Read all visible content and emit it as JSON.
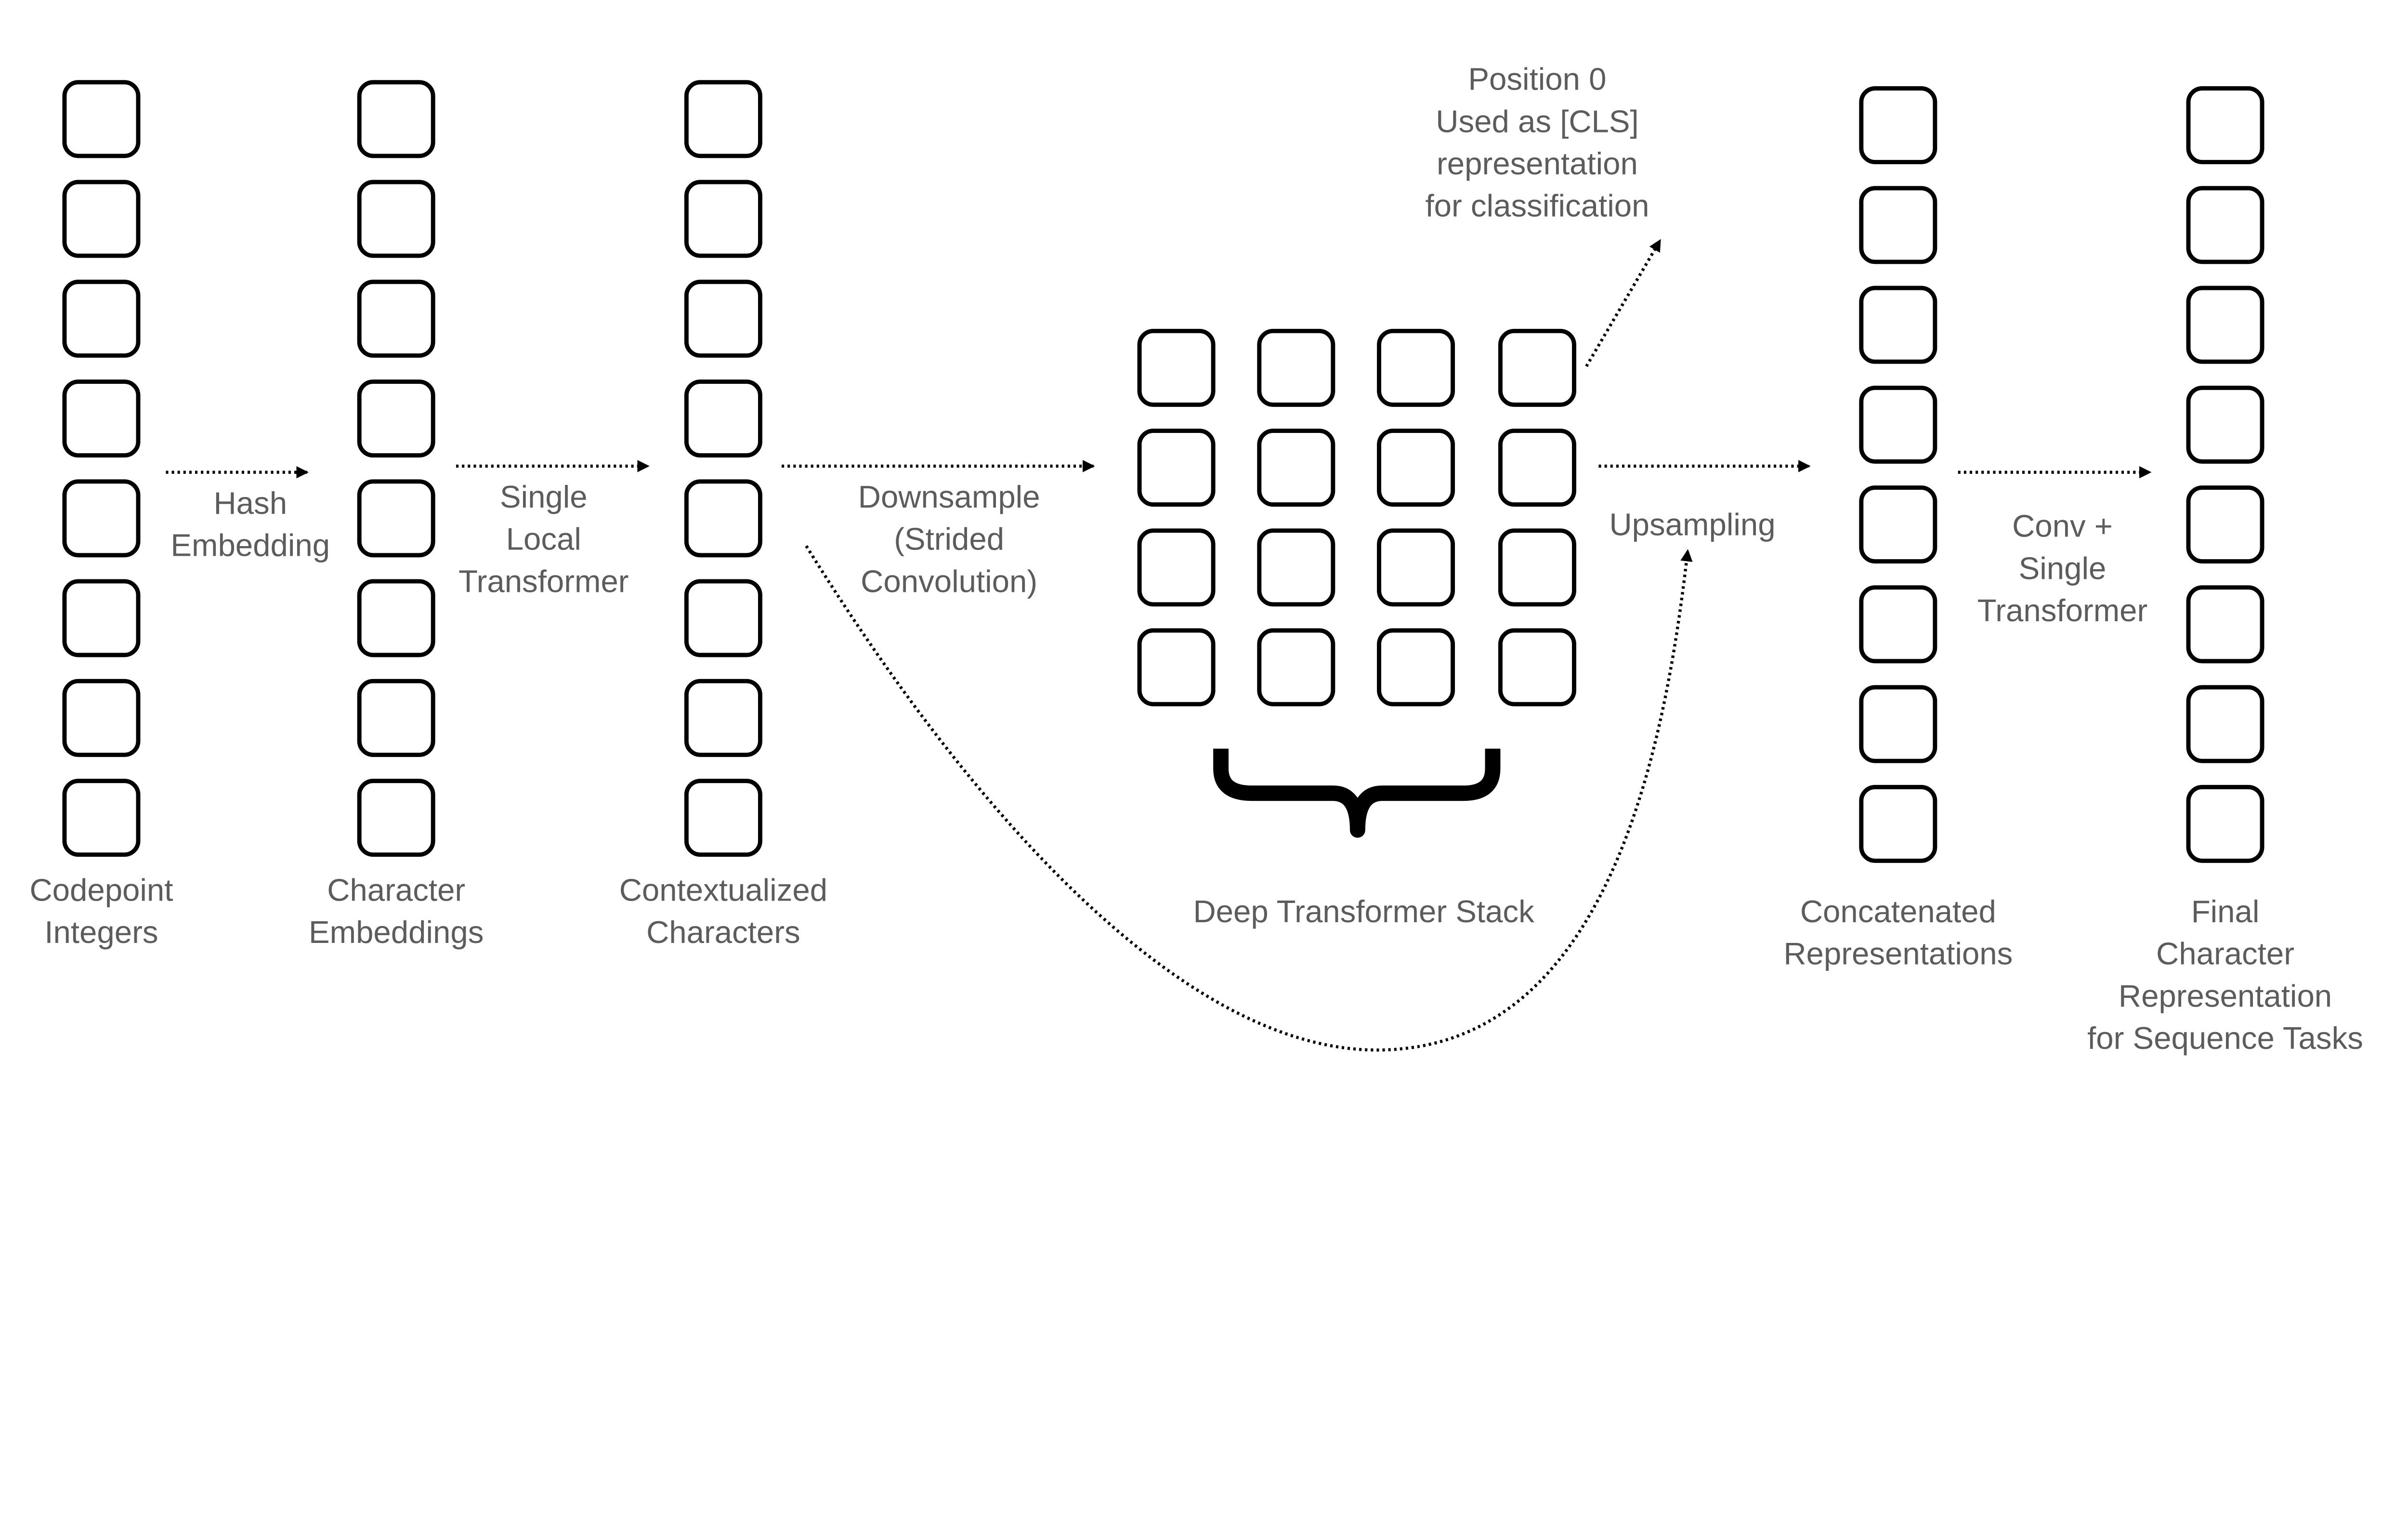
{
  "colors": {
    "box_stroke": "#000000",
    "label_text": "#5c5c5c",
    "background": "#ffffff"
  },
  "columns": [
    {
      "id": "codepoints",
      "label": [
        "Codepoint",
        "Integers"
      ]
    },
    {
      "id": "char-embeddings",
      "label": [
        "Character",
        "Embeddings"
      ]
    },
    {
      "id": "contextualized",
      "label": [
        "Contextualized",
        "Characters"
      ]
    },
    {
      "id": "concatenated",
      "label": [
        "Concatenated",
        "Representations"
      ]
    },
    {
      "id": "final",
      "label": [
        "Final",
        "Character",
        "Representation",
        "for Sequence Tasks"
      ]
    }
  ],
  "deep_stack": {
    "label": "Deep Transformer Stack",
    "rows": 4,
    "cols": 4
  },
  "edges": {
    "hash": [
      "Hash",
      "Embedding"
    ],
    "local": [
      "Single",
      "Local",
      "Transformer"
    ],
    "downsample": [
      "Downsample",
      "(Strided",
      "Convolution)"
    ],
    "upsample": [
      "Upsampling"
    ],
    "conv": [
      "Conv +",
      "Single",
      "Transformer"
    ],
    "cls": [
      "Position 0",
      "Used as [CLS]",
      "representation",
      "for classification"
    ]
  }
}
